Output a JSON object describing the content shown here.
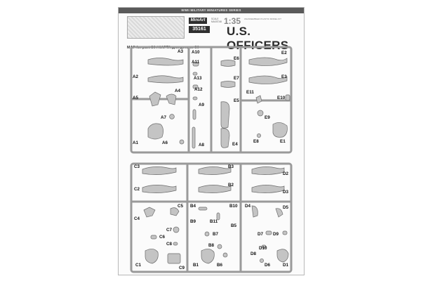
{
  "header": {
    "series": "WWII MILITARY MINIATURES SERIES",
    "logo": "MiniArt",
    "catalog_number": "35161",
    "scale_label": "SCALE MAßSTAB",
    "scale": "1:35",
    "fine_print": "UNASSEMBLED PLASTIC MODEL KIT",
    "title": "U.S. OFFICERS",
    "map_label": "MAP for part C9 / КАРТА для детали С9"
  },
  "frame_a": {
    "labels": [
      "A3",
      "A10",
      "E6",
      "E2",
      "A11",
      "A2",
      "A13",
      "E7",
      "E3",
      "A4",
      "A12",
      "A5",
      "E11",
      "E10",
      "E5",
      "A9",
      "A7",
      "E9",
      "A1",
      "A6",
      "A8",
      "E4",
      "E8",
      "E1"
    ]
  },
  "frame_b": {
    "labels": [
      "C3",
      "B3",
      "D2",
      "B2",
      "C2",
      "D3",
      "C5",
      "B4",
      "B10",
      "D4",
      "D5",
      "C4",
      "B9",
      "B11",
      "C7",
      "B5",
      "B7",
      "D7",
      "D9",
      "C6",
      "C8",
      "B8",
      "D10",
      "D8",
      "C1",
      "C9",
      "B1",
      "B6",
      "D6",
      "D1"
    ]
  },
  "colors": {
    "sprue": "#9a9a9a",
    "part_fill": "#c4c4c4",
    "part_stroke": "#6c6c6c",
    "title": "#2b2b2b"
  }
}
